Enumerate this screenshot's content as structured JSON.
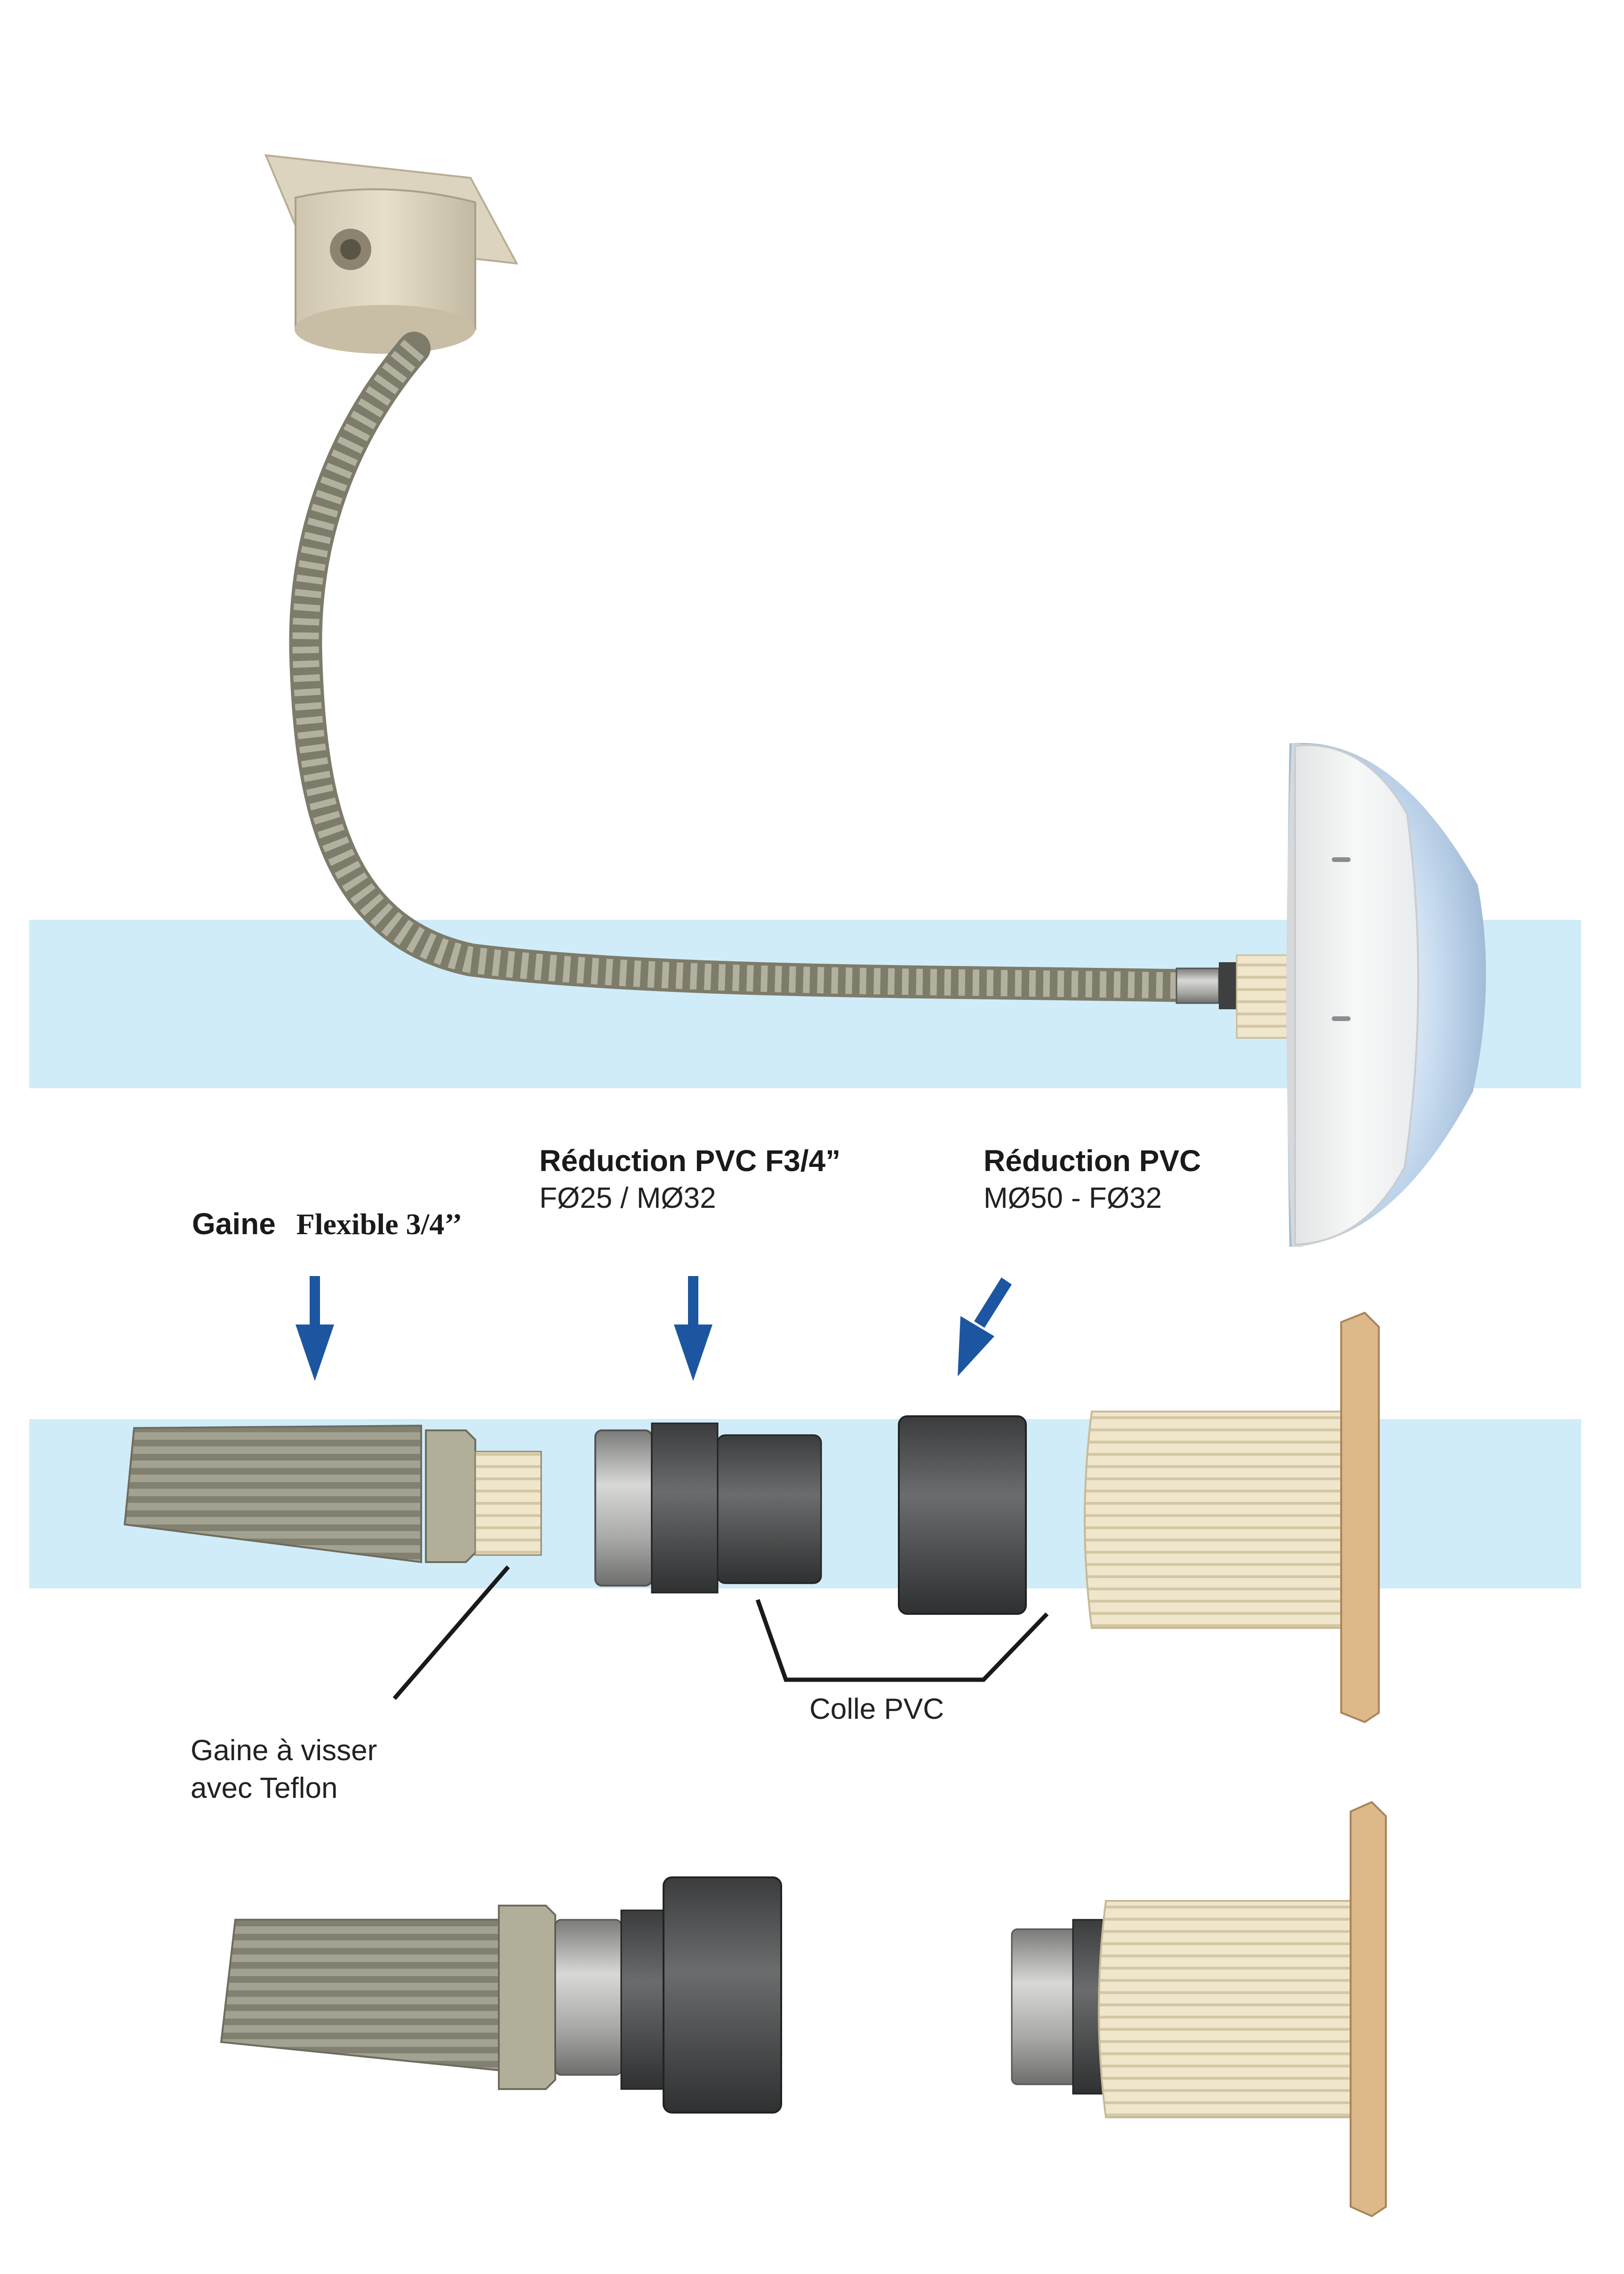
{
  "labels": {
    "gaine_bold": "Gaine",
    "gaine_flexible": "Flexible 3/4’’",
    "reduction1_title": "Réduction PVC F3/4”",
    "reduction1_sub": "FØ25 / MØ32",
    "reduction2_title": "Réduction PVC",
    "reduction2_sub": "MØ50 - FØ32",
    "colle": "Colle PVC",
    "gaine_visser_line1": "Gaine à visser",
    "gaine_visser_line2": "avec Teflon"
  },
  "colors": {
    "water_band": "#d0ecf8",
    "arrow": "#1d56a0",
    "hose": "#9c9a88",
    "pvc_dark": "#4d4f50",
    "cream": "#ece2c6",
    "metal": "#b4b4b2",
    "lamp": "#f2f3f3",
    "flange": "#ddb888",
    "line": "#1a1a1a"
  }
}
